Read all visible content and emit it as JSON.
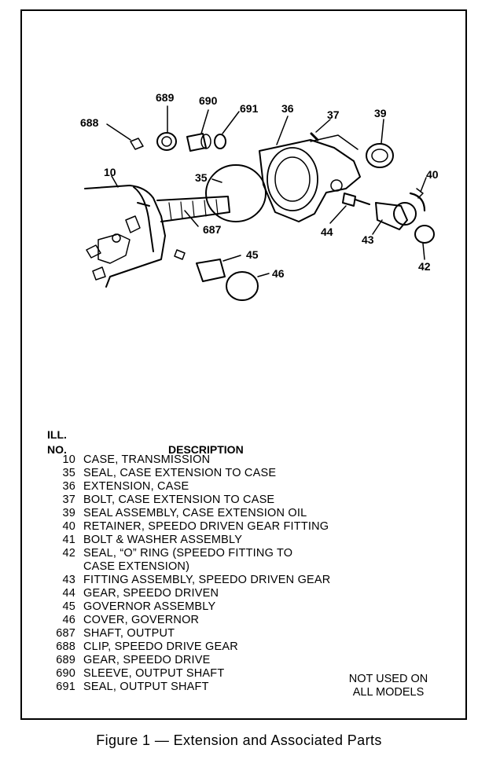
{
  "figure": {
    "callouts": [
      {
        "id": "c688",
        "text": "688"
      },
      {
        "id": "c689",
        "text": "689"
      },
      {
        "id": "c690",
        "text": "690"
      },
      {
        "id": "c691",
        "text": "691"
      },
      {
        "id": "c36",
        "text": "36"
      },
      {
        "id": "c37",
        "text": "37"
      },
      {
        "id": "c39",
        "text": "39"
      },
      {
        "id": "c10",
        "text": "10"
      },
      {
        "id": "c35",
        "text": "35"
      },
      {
        "id": "c40",
        "text": "40"
      },
      {
        "id": "c687",
        "text": "687"
      },
      {
        "id": "c44",
        "text": "44"
      },
      {
        "id": "c43",
        "text": "43"
      },
      {
        "id": "c42",
        "text": "42"
      },
      {
        "id": "c45",
        "text": "45"
      },
      {
        "id": "c46",
        "text": "46"
      }
    ]
  },
  "table": {
    "header_ill": "ILL.",
    "header_no": "NO.",
    "header_desc": "DESCRIPTION",
    "rows": [
      {
        "no": "10",
        "desc": "CASE, TRANSMISSION"
      },
      {
        "no": "35",
        "desc": "SEAL, CASE EXTENSION TO CASE"
      },
      {
        "no": "36",
        "desc": "EXTENSION, CASE"
      },
      {
        "no": "37",
        "desc": "BOLT, CASE EXTENSION TO CASE"
      },
      {
        "no": "39",
        "desc": "SEAL ASSEMBLY, CASE EXTENSION OIL"
      },
      {
        "no": "40",
        "desc": "RETAINER, SPEEDO DRIVEN GEAR FITTING"
      },
      {
        "no": "41",
        "desc": "BOLT & WASHER ASSEMBLY"
      },
      {
        "no": "42",
        "desc": "SEAL, “O” RING (SPEEDO FITTING TO\nCASE EXTENSION)"
      },
      {
        "no": "43",
        "desc": "FITTING ASSEMBLY, SPEEDO DRIVEN GEAR"
      },
      {
        "no": "44",
        "desc": "GEAR, SPEEDO DRIVEN"
      },
      {
        "no": "45",
        "desc": "GOVERNOR ASSEMBLY"
      },
      {
        "no": "46",
        "desc": "COVER, GOVERNOR"
      },
      {
        "no": "687",
        "desc": "SHAFT, OUTPUT"
      },
      {
        "no": "688",
        "desc": "CLIP, SPEEDO DRIVE GEAR"
      },
      {
        "no": "689",
        "desc": "GEAR, SPEEDO DRIVE"
      },
      {
        "no": "690",
        "desc": "SLEEVE, OUTPUT SHAFT"
      },
      {
        "no": "691",
        "desc": "SEAL, OUTPUT SHAFT"
      }
    ],
    "note": "NOT USED ON\nALL MODELS"
  },
  "caption": "Figure 1 — Extension and Associated Parts"
}
